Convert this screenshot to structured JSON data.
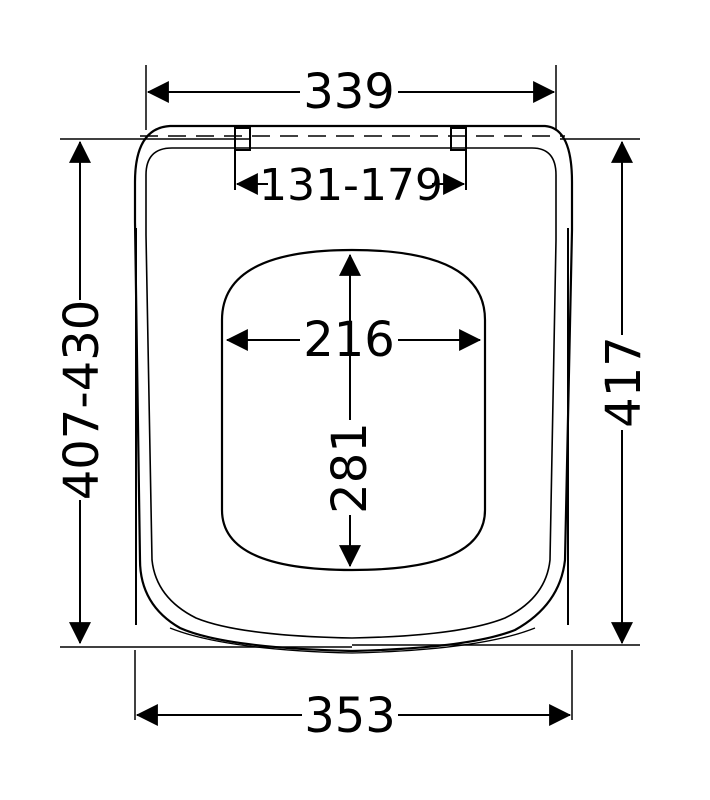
{
  "dimensions": {
    "top_width": "339",
    "hinge_spacing": "131-179",
    "opening_width": "216",
    "opening_length": "281",
    "total_length_range": "407-430",
    "seat_length": "417",
    "bottom_width": "353"
  }
}
